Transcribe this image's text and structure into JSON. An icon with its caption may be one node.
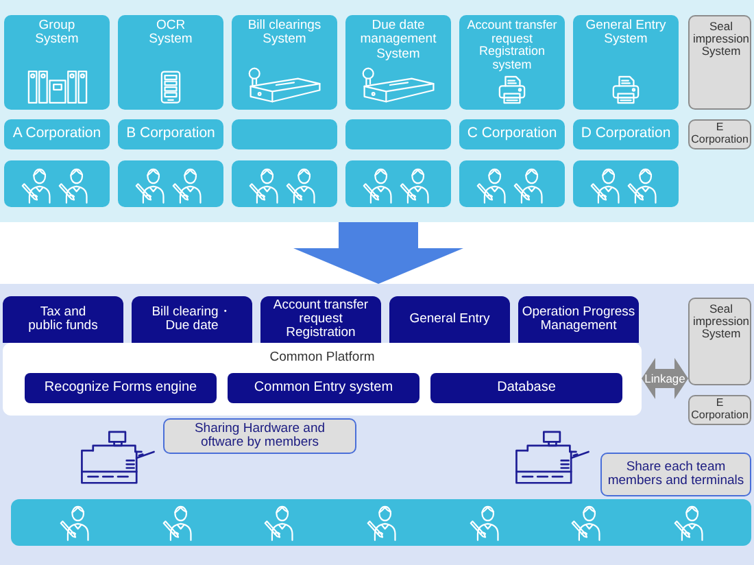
{
  "diagram": {
    "nodes": [
      {
        "text": [],
        "shape": "box"
      },
      {
        "text": [
          "Group System"
        ],
        "in": 0
      },
      {
        "text": [
          "OCR System"
        ],
        "in": 0
      },
      {
        "text": [
          "Bill clearings System"
        ],
        "in": 0
      },
      {
        "text": [
          "Due date management System"
        ],
        "in": 0
      },
      {
        "text": [
          "Account transfer request Registration system"
        ],
        "in": 0
      },
      {
        "text": [
          "General Entry System"
        ],
        "in": 0
      },
      {
        "text": [
          "Seal impression System"
        ],
        "in": 0
      },
      {
        "text": [
          "A Corporation"
        ],
        "in": 0
      },
      {
        "text": [
          "B Corporation"
        ],
        "in": 0
      },
      {
        "text": [],
        "shape": "box",
        "in": 0
      },
      {
        "text": [],
        "shape": "box",
        "in": 0
      },
      {
        "text": [
          "C Corporation"
        ],
        "in": 0
      },
      {
        "text": [
          "D Corporation"
        ],
        "in": 0
      },
      {
        "text": [
          "E Corporation"
        ],
        "in": 0
      },
      {
        "text": [],
        "shape": "box",
        "in": 0
      },
      {
        "text": [],
        "shape": "box",
        "in": 0
      },
      {
        "text": [],
        "shape": "box",
        "in": 0
      },
      {
        "text": [],
        "shape": "box",
        "in": 0
      },
      {
        "text": [],
        "shape": "box",
        "in": 0
      },
      {
        "text": [],
        "shape": "box",
        "in": 0
      },
      {
        "text": [],
        "shape": "box"
      },
      {
        "text": [
          "Tax and public funds"
        ],
        "in": 21
      },
      {
        "text": [
          "Bill clearing・ Due date"
        ],
        "in": 21
      },
      {
        "text": [
          "Account transfer request Registration"
        ],
        "in": 21
      },
      {
        "text": [
          "General Entry"
        ],
        "in": 21
      },
      {
        "text": [
          "Operation Progress Management"
        ],
        "in": 21
      },
      {
        "text": [
          "Common Platform"
        ],
        "in": 21
      },
      {
        "text": [
          "Recognize Forms engine"
        ],
        "in": 27
      },
      {
        "text": [
          "Common Entry system"
        ],
        "in": 27
      },
      {
        "text": [
          "Database"
        ],
        "in": 27
      },
      {
        "text": [
          "Seal impression System"
        ],
        "in": 21
      },
      {
        "text": [
          "E Corporation"
        ],
        "in": 21
      },
      {
        "text": [
          "Sharing Hardware and oftware by members"
        ],
        "in": 21
      },
      {
        "text": [
          "Share each team members and terminals"
        ],
        "in": 21
      },
      {
        "text": [],
        "shape": "bar",
        "in": 21
      }
    ],
    "edges": [
      {
        "from": 0,
        "to": 21,
        "arrow": "to",
        "style": "thick",
        "color": "#4b82e2"
      },
      {
        "from": 27,
        "to": 31,
        "arrow": "both",
        "label": "Linkage",
        "style": "thick",
        "color": "#8c8c8c"
      }
    ]
  }
}
